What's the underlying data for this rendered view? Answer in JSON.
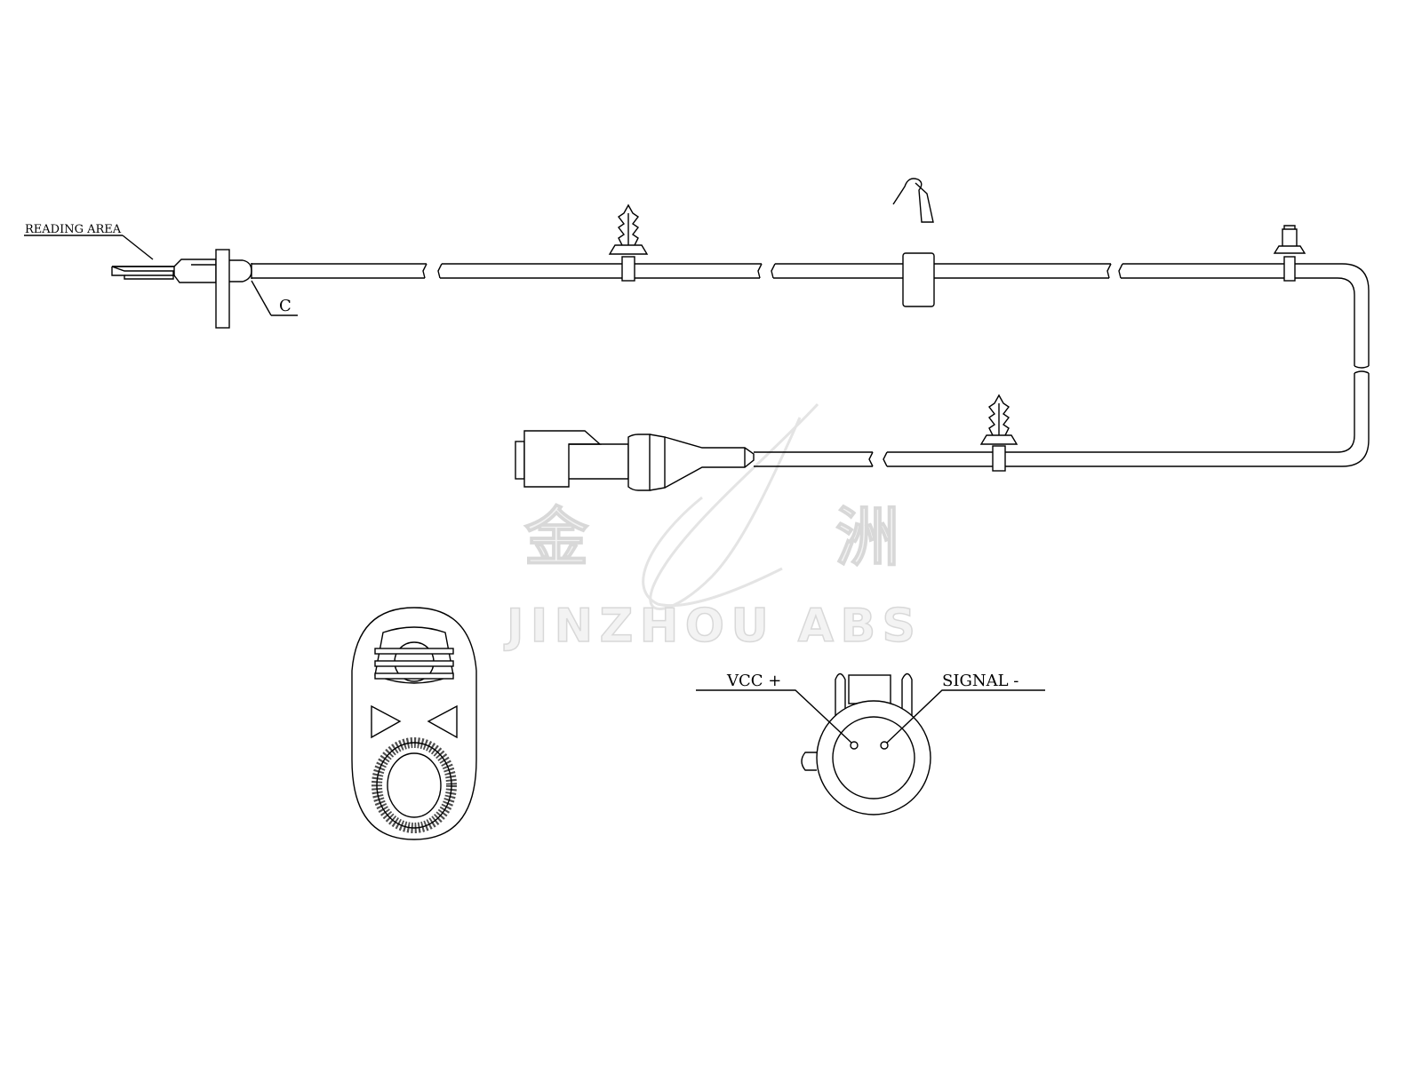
{
  "labels": {
    "reading_area": "READING AREA",
    "c_marker": "C",
    "vcc": "VCC +",
    "signal": "SIGNAL -"
  },
  "watermark": {
    "char_left": "金",
    "char_right": "洲",
    "brand": "JINZHOU ABS"
  }
}
